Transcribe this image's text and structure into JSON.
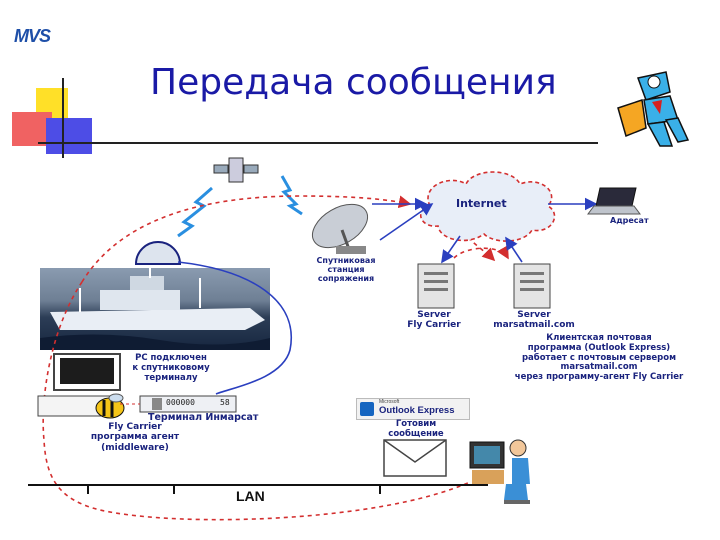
{
  "logo": {
    "text": "MVS"
  },
  "title": "Передача сообщения",
  "nodes": {
    "internet": "Internet",
    "addressee": "Адресат",
    "ground_station": [
      "Спутниковая",
      "станция",
      "сопряжения"
    ],
    "server_fly": [
      "Server",
      "Fly Carrier"
    ],
    "server_marsat": [
      "Server",
      "marsatmail.com"
    ],
    "client_note": [
      "Клиентская почтовая",
      "программа (Outlook Express)",
      "работает с почтовым сервером",
      "marsatmail.com",
      "через программу-агент Fly Carrier"
    ],
    "pc_note": [
      "PC подключен",
      "к спутниковому",
      "терминалу"
    ],
    "terminal": "Терминал Инмарсат",
    "terminal_display": "000000",
    "terminal_key": "58",
    "fly_carrier": [
      "Fly Carrier",
      "программа агент",
      "(middleware)"
    ],
    "outlook": {
      "brand": "Microsoft",
      "name": "Outlook Express"
    },
    "prepare": [
      "Готовим",
      "сообщение"
    ],
    "lan": "LAN"
  },
  "colors": {
    "title": "#1a1aa6",
    "label": "#1a237e",
    "arrow": "#2a3fbf",
    "dashed": "#d32f2f",
    "cloud": "#e8eef8"
  }
}
